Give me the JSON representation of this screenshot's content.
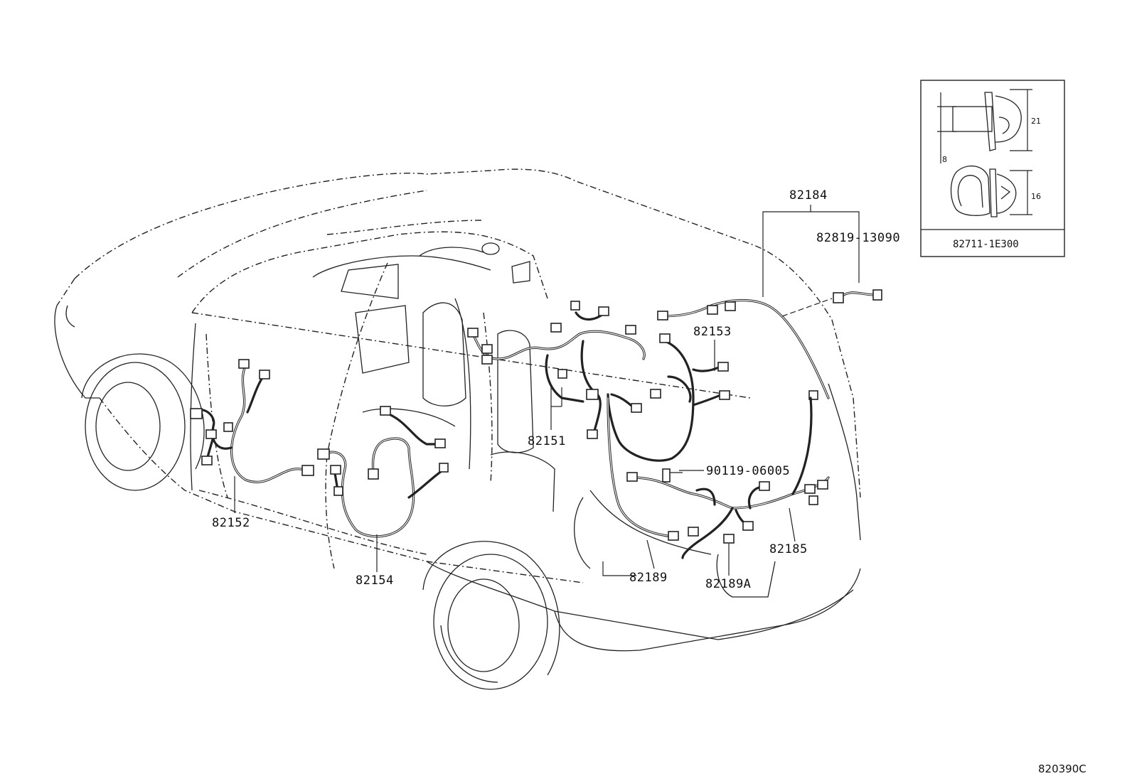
{
  "parts": {
    "p82152": "82152",
    "p82154": "82154",
    "p82151": "82151",
    "p82153": "82153",
    "p82184": "82184",
    "p82819": "82819-13090",
    "p90119": "90119-06005",
    "p82185": "82185",
    "p82189": "82189",
    "p82189A": "82189A"
  },
  "inset": {
    "part_number": "82711-1E300",
    "dim_top": "21",
    "dim_offset": "8",
    "dim_bottom": "16"
  },
  "figure_code": "820390C"
}
